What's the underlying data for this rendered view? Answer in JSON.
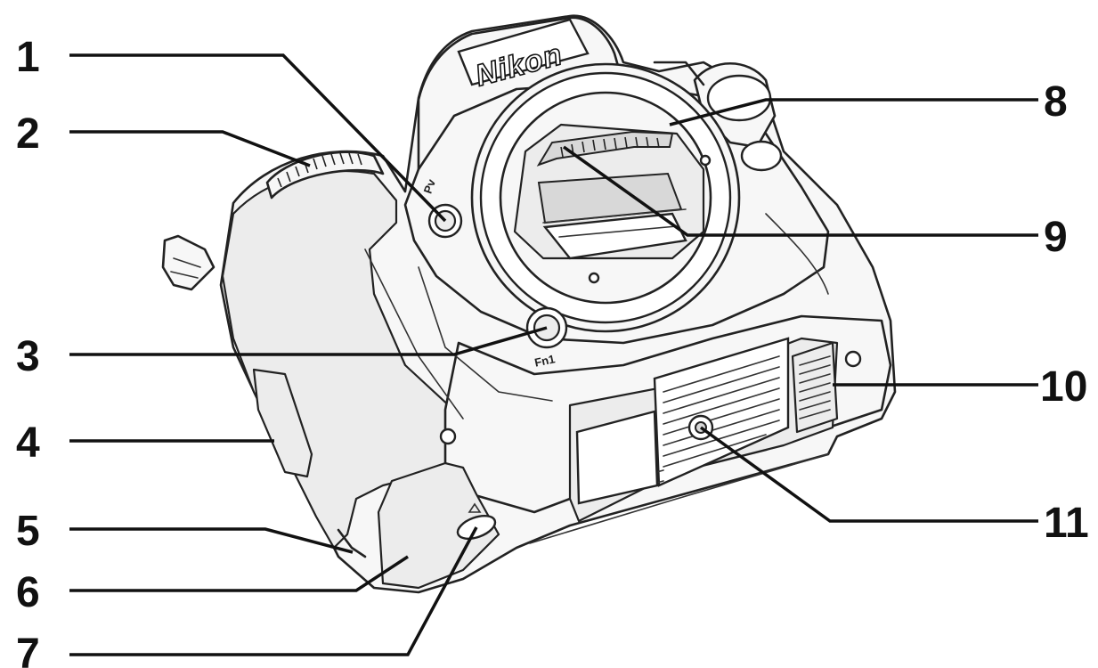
{
  "camera": {
    "brand_label": "Nikon",
    "fn_button_label": "Fn1",
    "pv_mark": "Pv"
  },
  "callouts": [
    {
      "number": "1"
    },
    {
      "number": "2"
    },
    {
      "number": "3"
    },
    {
      "number": "4"
    },
    {
      "number": "5"
    },
    {
      "number": "6"
    },
    {
      "number": "7"
    },
    {
      "number": "8"
    },
    {
      "number": "9"
    },
    {
      "number": "10"
    },
    {
      "number": "11"
    }
  ],
  "colors": {
    "line": "#111111",
    "background": "#ffffff"
  }
}
